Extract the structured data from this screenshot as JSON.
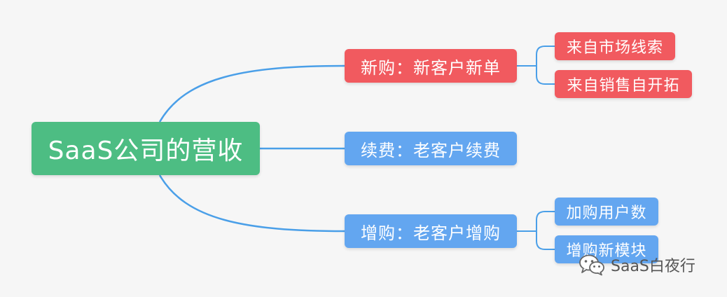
{
  "root": {
    "label": "SaaS公司的营收"
  },
  "branches": [
    {
      "label": "新购：新客户新单",
      "color": "#f15a5f"
    },
    {
      "label": "续费：老客户续费",
      "color": "#63a6f0"
    },
    {
      "label": "增购：老客户增购",
      "color": "#63a6f0"
    }
  ],
  "leaves": {
    "new": [
      "来自市场线索",
      "来自销售自开拓"
    ],
    "upsell": [
      "加购用户数",
      "增购新模块"
    ]
  },
  "watermark": {
    "text": "SaaS白夜行",
    "icon": "wechat-icon"
  },
  "colors": {
    "root": "#4dbd83",
    "red": "#f15a5f",
    "blue": "#63a6f0",
    "connector": "#4a9fe8"
  }
}
